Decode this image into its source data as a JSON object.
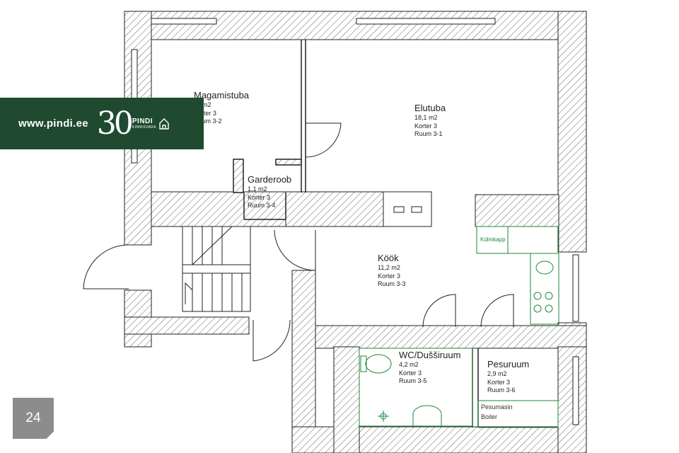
{
  "banner": {
    "url": "www.pindi.ee",
    "logo_number": "30",
    "logo_word": "PINDI",
    "logo_sub": "KINNISVARA"
  },
  "page_number": "24",
  "rooms": [
    {
      "name": "Magamistuba",
      "area": "m2",
      "apartment": "Korter 3",
      "room": "Ruum 3-2"
    },
    {
      "name": "Elutuba",
      "area": "18,1 m2",
      "apartment": "Korter 3",
      "room": "Ruum 3-1"
    },
    {
      "name": "Garderoob",
      "area": "1,1 m2",
      "apartment": "Korter 3",
      "room": "Ruum 3-4"
    },
    {
      "name": "Köök",
      "area": "11,2 m2",
      "apartment": "Korter 3",
      "room": "Ruum 3-3"
    },
    {
      "name": "WC/Dušširuum",
      "area": "4,2 m2",
      "apartment": "Korter 3",
      "room": "Ruum 3-5"
    },
    {
      "name": "Pesuruum",
      "area": "2,9 m2",
      "apartment": "Korter 3",
      "room": "Ruum 3-6"
    }
  ],
  "appliances": {
    "fridge": "Külmkapp",
    "washer": "Pesumasin",
    "boiler": "Boiler"
  },
  "colors": {
    "wall_hatch": "#555555",
    "banner": "#1f4a30",
    "fixture": "#1a8a3a",
    "badge": "#8c8c8c"
  }
}
